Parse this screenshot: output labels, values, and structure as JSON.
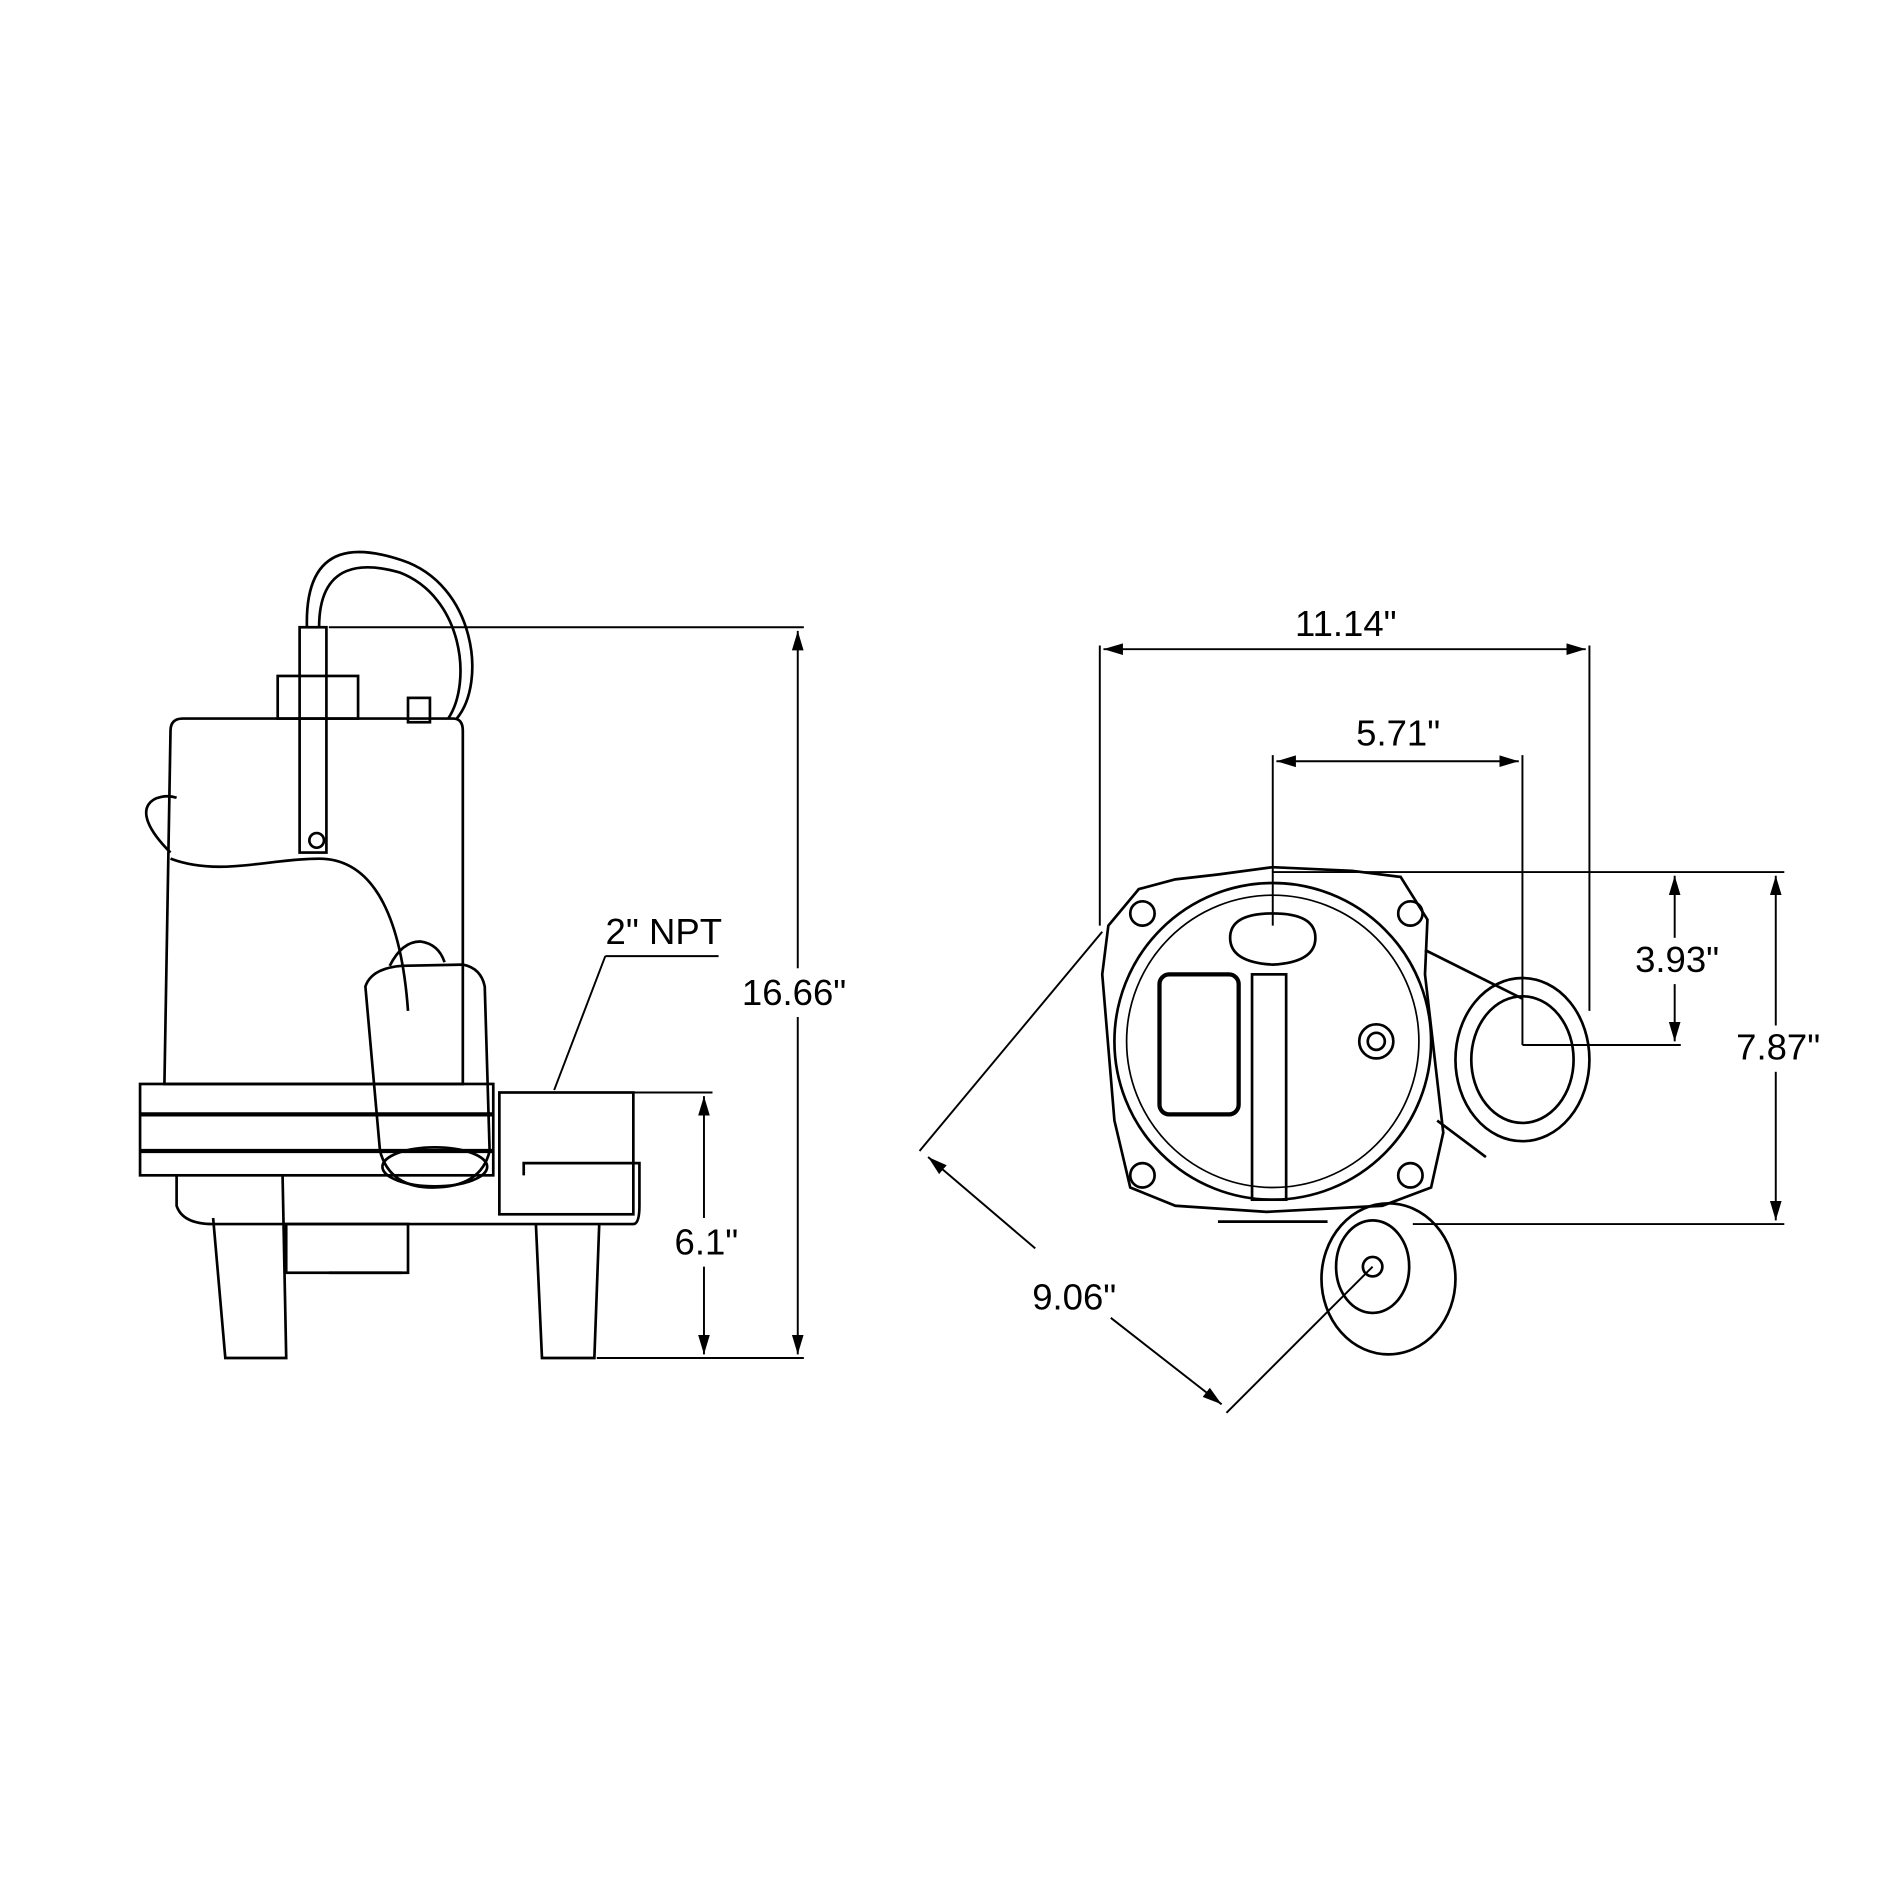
{
  "side_view": {
    "overall_height": "16.66\"",
    "base_height": "6.1\"",
    "discharge_label": "2\" NPT"
  },
  "top_view": {
    "overall_width": "11.14\"",
    "discharge_offset_x": "5.71\"",
    "discharge_offset_y": "3.93\"",
    "overall_depth": "7.87\"",
    "diagonal": "9.06\""
  }
}
